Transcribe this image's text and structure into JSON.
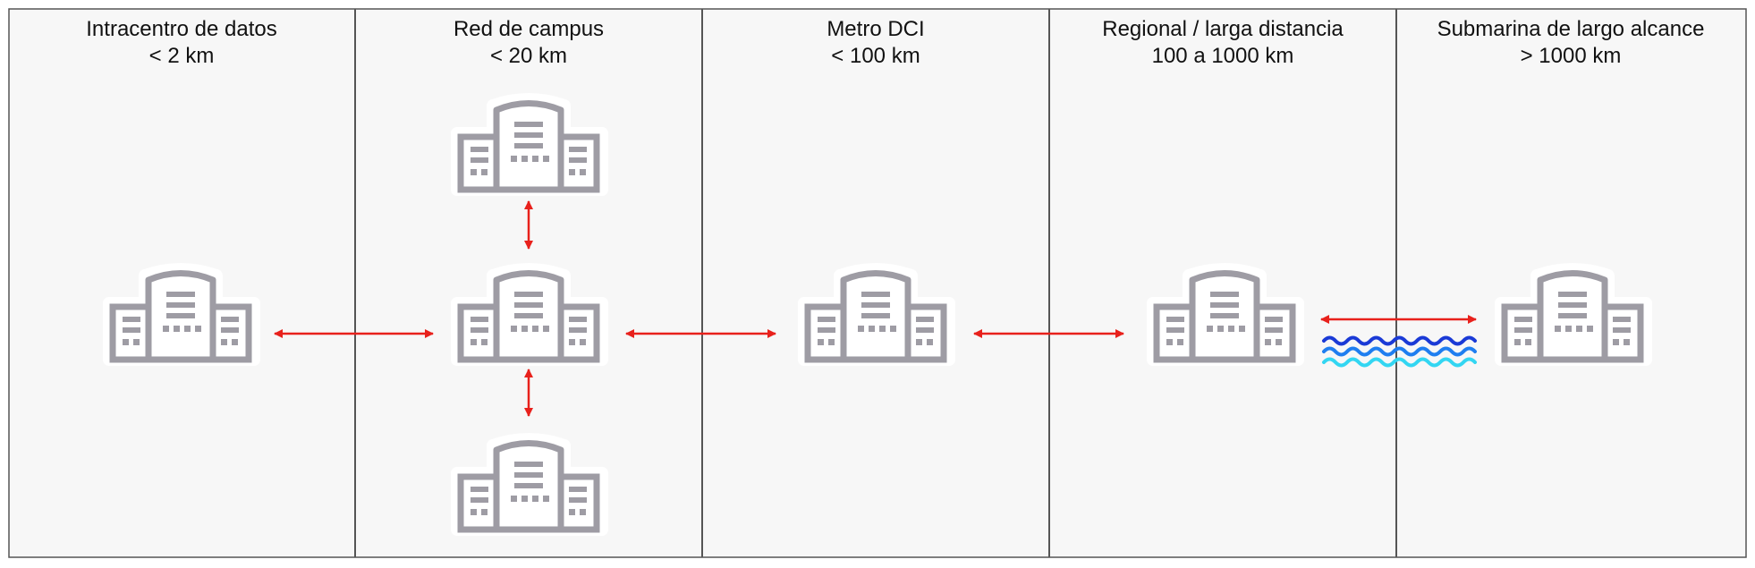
{
  "zones": [
    {
      "title": "Intracentro de datos",
      "range": "< 2 km"
    },
    {
      "title": "Red de campus",
      "range": "< 20 km"
    },
    {
      "title": "Metro DCI",
      "range": "< 100 km"
    },
    {
      "title": "Regional / larga distancia",
      "range": "100 a 1000 km"
    },
    {
      "title": "Submarina de largo alcance",
      "range": "> 1000 km"
    }
  ],
  "icons": {
    "building": "data-center-building-icon",
    "water": "water-waves-icon"
  },
  "colors": {
    "panel_bg": "#f7f7f7",
    "divider": "#555555",
    "building": "#9e9ca4",
    "building_outline": "#ffffff",
    "arrow": "#e8211c",
    "wave_dark": "#1a3ad6",
    "wave_mid": "#1f7ef0",
    "wave_light": "#33d6f2"
  }
}
